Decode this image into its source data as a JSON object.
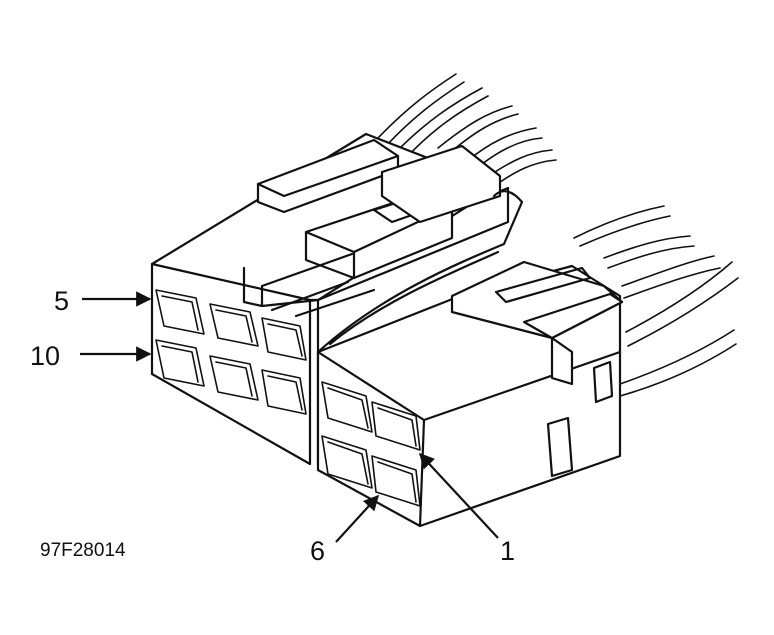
{
  "figure_id": "97F28014",
  "callouts": {
    "pin_5": "5",
    "pin_10": "10",
    "pin_6": "6",
    "pin_1": "1"
  },
  "colors": {
    "ink": "#111111",
    "paper": "#ffffff"
  }
}
